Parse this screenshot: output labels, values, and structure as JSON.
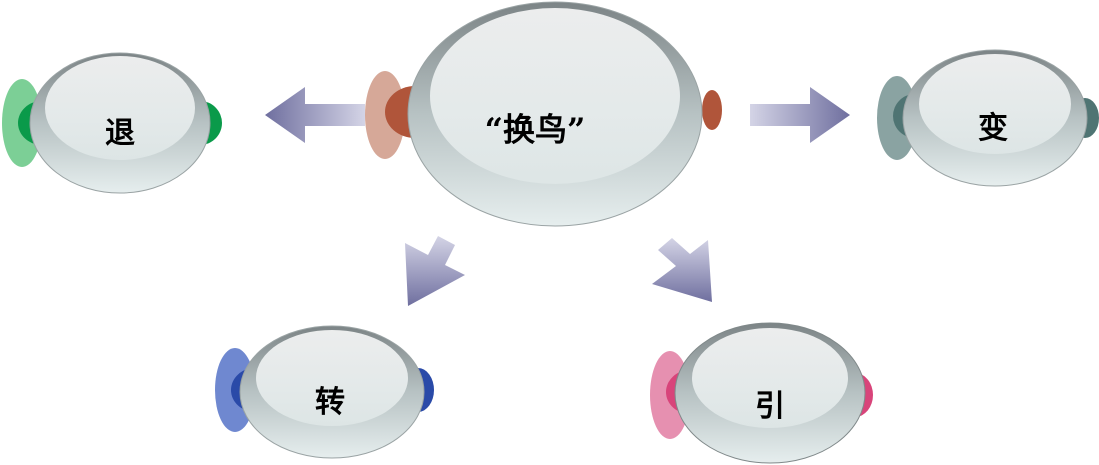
{
  "center": {
    "label": "“换鸟”",
    "accent": "#b0553a"
  },
  "nodes": {
    "left": {
      "label": "退",
      "accent": "#0a9a4a"
    },
    "right": {
      "label": "变",
      "accent": "#4f7473"
    },
    "bottom_left": {
      "label": "转",
      "accent": "#2a4aa8"
    },
    "bottom_right": {
      "label": "引",
      "accent": "#d8447a"
    }
  },
  "arrow_color": "#6f6f9f"
}
